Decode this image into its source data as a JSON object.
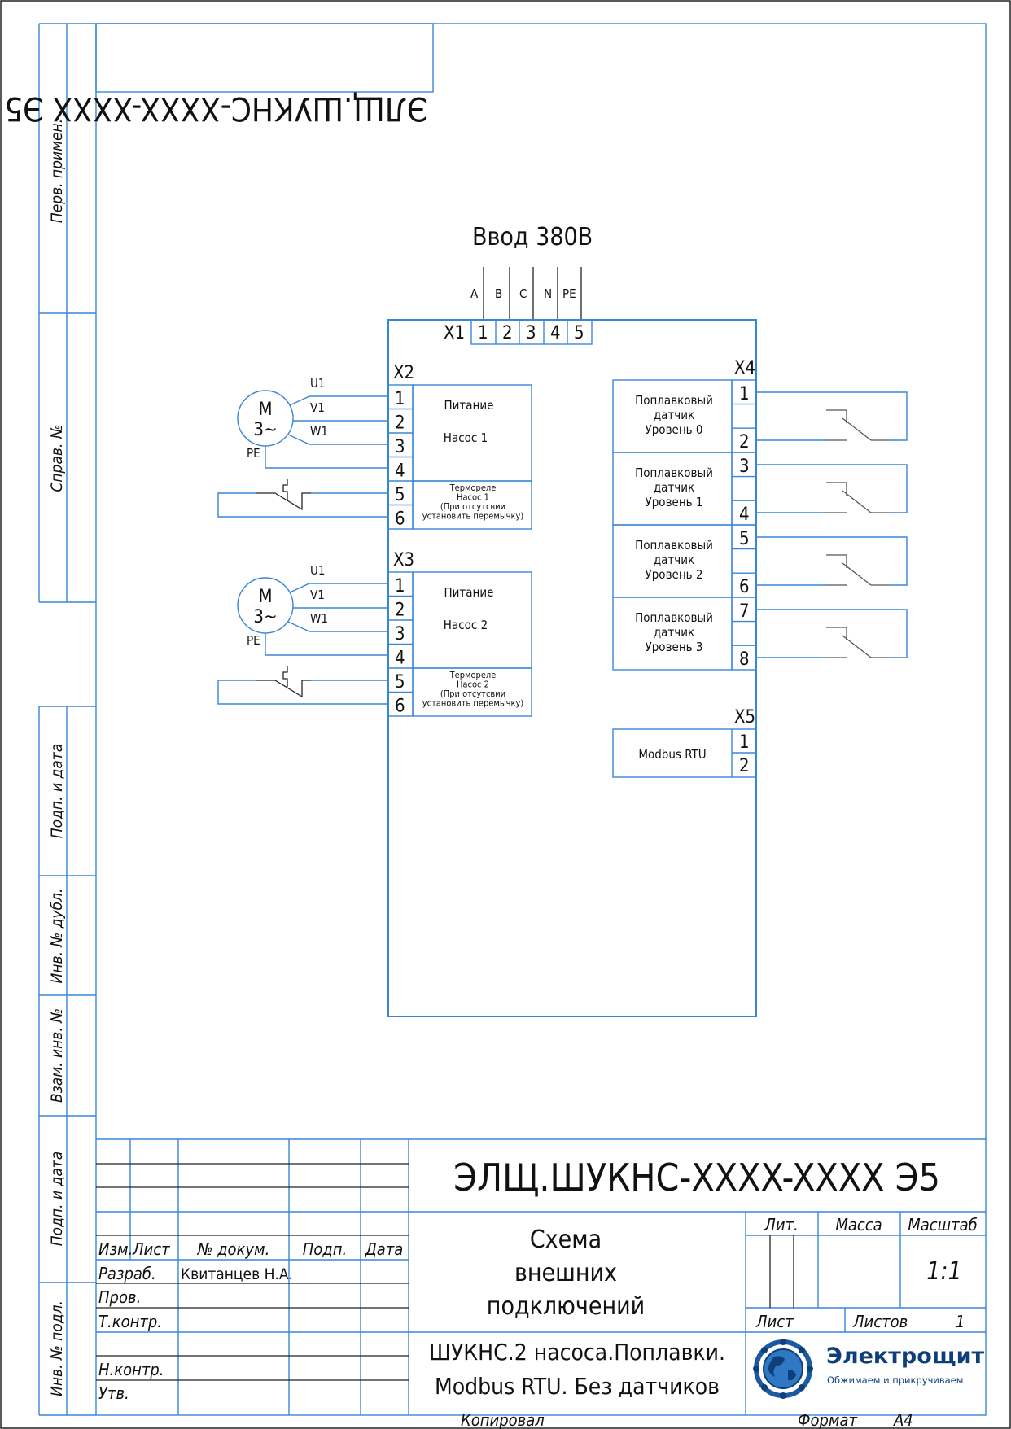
{
  "document": {
    "mirrored_code": "ЭЛЩ.ШУКНС-XXXX-XXXX Э5",
    "designation": "ЭЛЩ.ШУКНС-XXXX-XXXX Э5",
    "scheme_title": [
      "Схема",
      "внешних",
      "подключений"
    ],
    "product_name": [
      "ШУКНС.2 насоса.Поплавки.",
      "Modbus RTU. Без датчиков"
    ],
    "colors": {
      "lines": "#3a86d6",
      "logo": "#0e3f7a",
      "ink": "#111111"
    }
  },
  "side_stamp": [
    "Перв. примен.",
    "Справ. №",
    "Подп. и дата",
    "Инв. № дубл.",
    "Взам. инв. №",
    "Подп. и дата",
    "Инв. № подл."
  ],
  "input": {
    "title": "Ввод 380В",
    "terminal": "X1",
    "phases": [
      "A",
      "B",
      "C",
      "N",
      "PE"
    ],
    "pins": [
      "1",
      "2",
      "3",
      "4",
      "5"
    ]
  },
  "pumps": [
    {
      "terminal": "X2",
      "motor": {
        "symbol": "M",
        "phase": "3~",
        "leads": [
          "U1",
          "V1",
          "W1"
        ],
        "ground": "PE"
      },
      "pins": [
        "1",
        "2",
        "3",
        "4",
        "5",
        "6"
      ],
      "power_label": [
        "Питание",
        "Насос 1"
      ],
      "thermo_label": [
        "Термореле",
        "Насос 1",
        "(При отсутсвии",
        "установить перемычку)"
      ]
    },
    {
      "terminal": "X3",
      "motor": {
        "symbol": "M",
        "phase": "3~",
        "leads": [
          "U1",
          "V1",
          "W1"
        ],
        "ground": "PE"
      },
      "pins": [
        "1",
        "2",
        "3",
        "4",
        "5",
        "6"
      ],
      "power_label": [
        "Питание",
        "Насос 2"
      ],
      "thermo_label": [
        "Термореле",
        "Насос 2",
        "(При отсутсвии",
        "установить перемычку)"
      ]
    }
  ],
  "floats": {
    "terminal": "X4",
    "pins": [
      "1",
      "2",
      "3",
      "4",
      "5",
      "6",
      "7",
      "8"
    ],
    "sensors": [
      [
        "Поплавковый",
        "датчик",
        "Уровень 0"
      ],
      [
        "Поплавковый",
        "датчик",
        "Уровень 1"
      ],
      [
        "Поплавковый",
        "датчик",
        "Уровень 2"
      ],
      [
        "Поплавковый",
        "датчик",
        "Уровень 3"
      ]
    ]
  },
  "modbus": {
    "terminal": "X5",
    "label": "Modbus RTU",
    "pins": [
      "1",
      "2"
    ]
  },
  "title_block": {
    "headers": {
      "izm": "Изм.",
      "list": "Лист",
      "doc": "№ докум.",
      "sign": "Подп.",
      "date": "Дата"
    },
    "roles": [
      {
        "role": "Разраб.",
        "name": "Квитанцев Н.А."
      },
      {
        "role": "Пров.",
        "name": ""
      },
      {
        "role": "Т.контр.",
        "name": ""
      },
      {
        "role": "",
        "name": ""
      },
      {
        "role": "Н.контр.",
        "name": ""
      },
      {
        "role": "Утв.",
        "name": ""
      }
    ],
    "lit_label": "Лит.",
    "mass_label": "Масса",
    "scale_label": "Масштаб",
    "scale_value": "1:1",
    "sheet_label": "Лист",
    "sheets_label": "Листов",
    "sheets_value": "1",
    "copied_label": "Копировал",
    "format_label": "Формат",
    "format_value": "A4"
  },
  "logo": {
    "name": "Электрощит",
    "tagline": "Обжимаем и прикручиваем",
    "icon": "globe-gear-icon"
  }
}
